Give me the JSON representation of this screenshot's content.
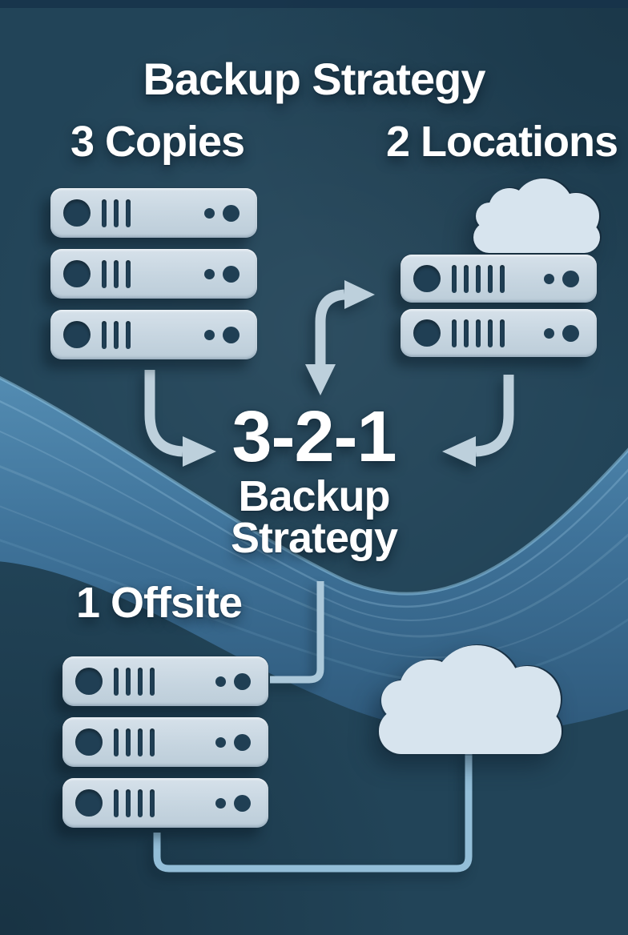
{
  "header": {
    "title": "Backup Strategy"
  },
  "sections": {
    "copies": {
      "label": "3 Copies",
      "server_count": 3,
      "bars_per_server": 3
    },
    "locations": {
      "label": "2 Locations",
      "server_count": 2,
      "bars_per_server": 5
    },
    "offsite": {
      "label": "1 Offsite",
      "server_count": 3,
      "bars_per_server": 4
    }
  },
  "center": {
    "number": "3-2-1",
    "line1": "Backup",
    "line2": "Strategy"
  },
  "icons": {
    "server": "rack-server-icon",
    "cloud": "cloud-icon",
    "double_arrow": "curved-double-arrow-right-and-down",
    "arrow_to_center_left": "curved-arrow-down-right",
    "arrow_to_center_right": "curved-arrow-down-left",
    "connector_center_to_offsite": "elbow-connector-line",
    "connector_offsite_to_cloud": "elbow-connector-line"
  },
  "palette": {
    "background": "#224458",
    "background_top": "#16334a",
    "ribbon": "#3c6e91",
    "ribbon_light": "#5693ba",
    "device": "#c9d7e2",
    "device_detail": "#203f54",
    "arrow": "#bdd0dc",
    "connector": "#abc8da",
    "connector_alt": "#93bed8",
    "cloud": "#d7e4ee",
    "text": "#ffffff"
  }
}
